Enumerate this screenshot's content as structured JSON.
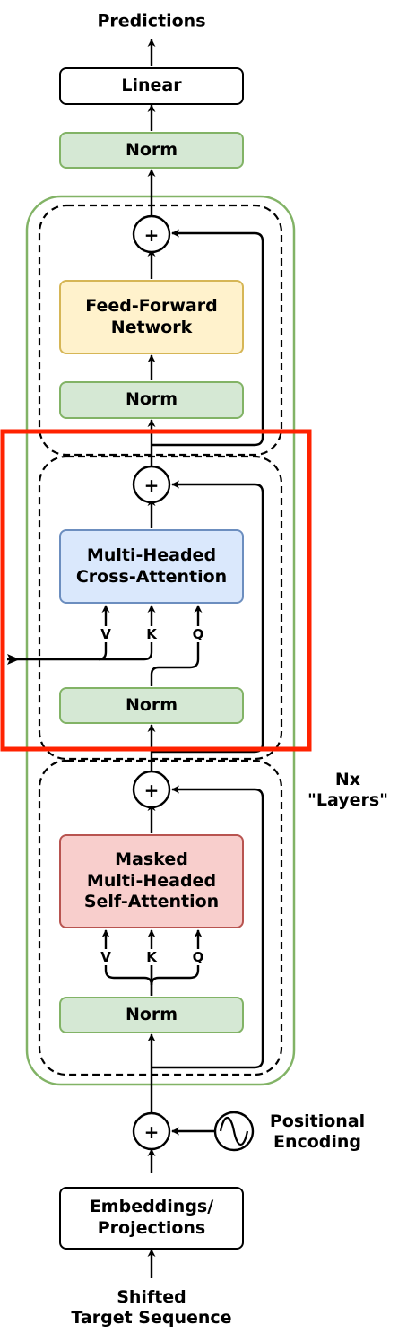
{
  "outputs": {
    "predictions": "Predictions"
  },
  "top": {
    "linear": "Linear",
    "final_norm": "Norm"
  },
  "ffn_block": {
    "norm": "Norm",
    "ffn": "Feed-Forward\nNetwork",
    "add": "+"
  },
  "cross_block": {
    "norm": "Norm",
    "attention": "Multi-Headed\nCross-Attention",
    "add": "+",
    "v": "V",
    "k": "K",
    "q": "Q"
  },
  "self_block": {
    "norm": "Norm",
    "attention": "Masked\nMulti-Headed\nSelf-Attention",
    "add": "+",
    "v": "V",
    "k": "K",
    "q": "Q"
  },
  "repeat_label": "Nx\n\"Layers\"",
  "input": {
    "add": "+",
    "positional_encoding": "Positional\nEncoding",
    "embeddings": "Embeddings/\nProjections",
    "source": "Shifted\nTarget Sequence"
  },
  "colors": {
    "norm_fill": "#d5e8d4",
    "norm_stroke": "#82b366",
    "ffn_fill": "#fff2cc",
    "ffn_stroke": "#d6b656",
    "cross_fill": "#dae8fc",
    "cross_stroke": "#6c8ebf",
    "self_fill": "#f8cecc",
    "self_stroke": "#b85450",
    "layer_group_stroke": "#82b366",
    "highlight": "#ff2200"
  }
}
